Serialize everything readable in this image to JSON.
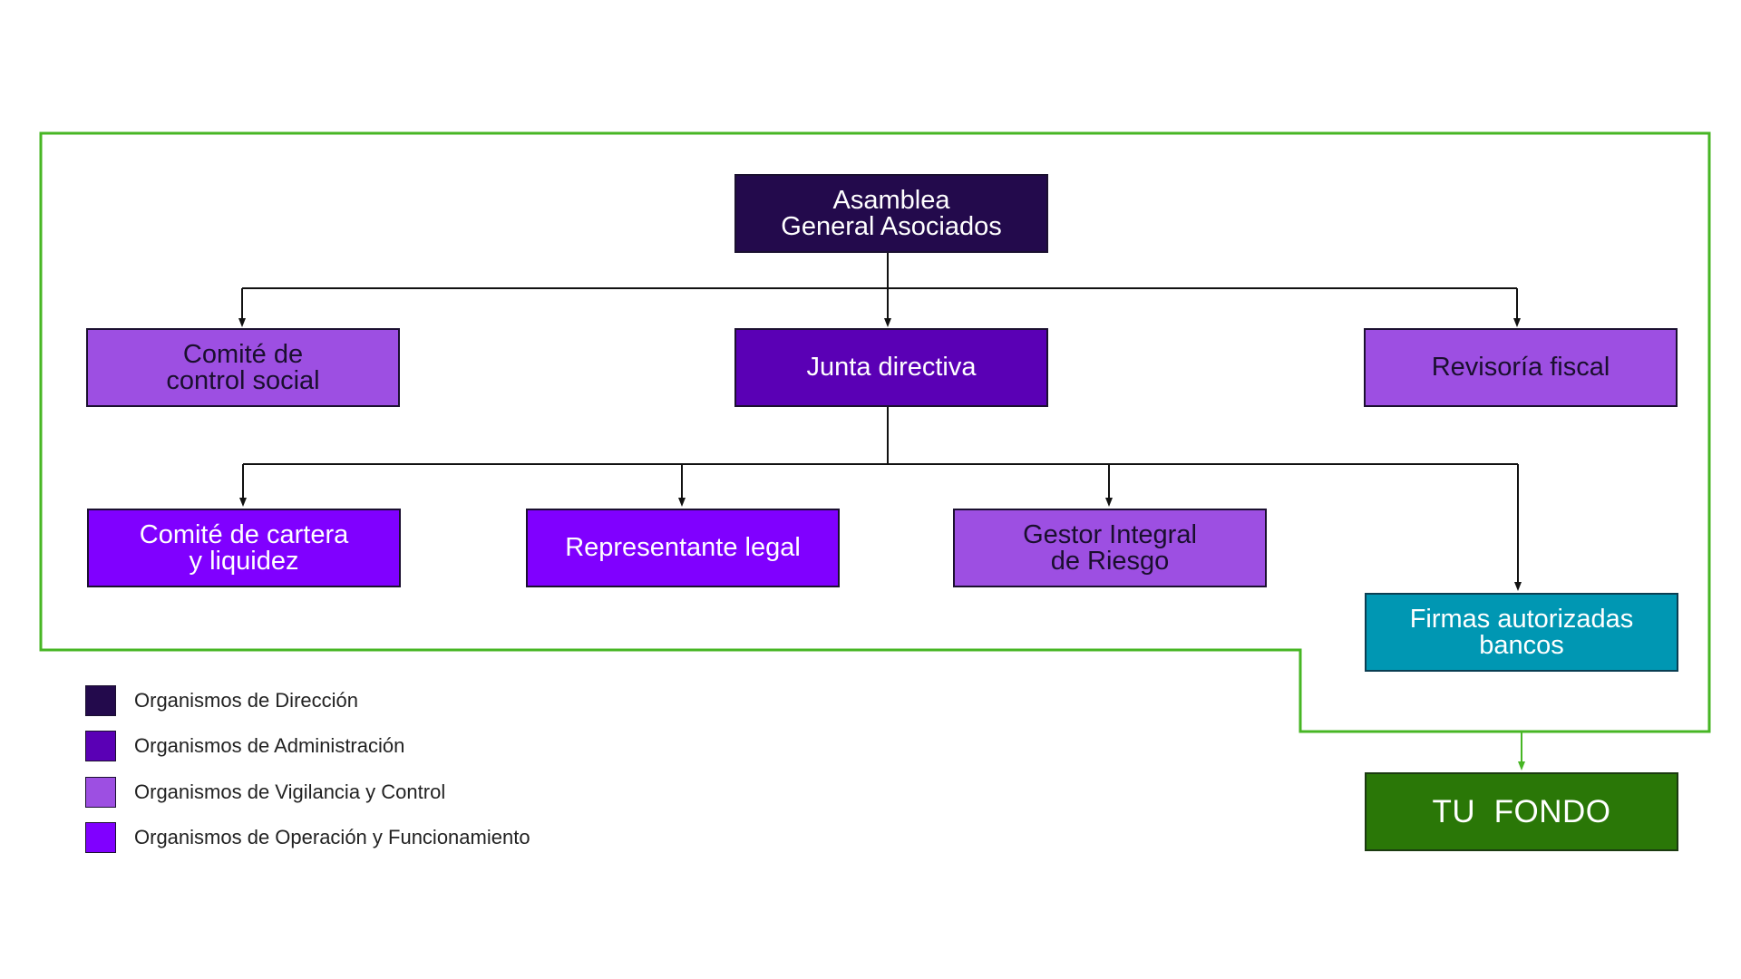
{
  "colors": {
    "direccion": "#230a4c",
    "administracion": "#5a00b5",
    "vigilancia": "#9d4fe2",
    "operacion": "#8000ff",
    "firmas": "#0097b3",
    "fondo": "#2a7707",
    "frame": "#47b624",
    "connector": "#111111"
  },
  "nodes": {
    "asamblea": {
      "lines": [
        "Asamblea",
        "General Asociados"
      ]
    },
    "comite_control_social": {
      "lines": [
        "Comité de",
        "control social"
      ]
    },
    "junta_directiva": {
      "lines": [
        "Junta directiva"
      ]
    },
    "revisoria_fiscal": {
      "lines": [
        "Revisoría fiscal"
      ]
    },
    "comite_cartera": {
      "lines": [
        "Comité de cartera",
        "y liquidez"
      ]
    },
    "representante_legal": {
      "lines": [
        "Representante legal"
      ]
    },
    "gestor_riesgo": {
      "lines": [
        "Gestor Integral",
        "de Riesgo"
      ]
    },
    "firmas_bancos": {
      "lines": [
        "Firmas autorizadas",
        "bancos"
      ]
    },
    "tu_fondo": {
      "lines": [
        "TU  FONDO"
      ]
    }
  },
  "legend": [
    {
      "label": "Organismos de Dirección",
      "color_key": "direccion"
    },
    {
      "label": "Organismos de Administración",
      "color_key": "administracion"
    },
    {
      "label": "Organismos de Vigilancia y Control",
      "color_key": "vigilancia"
    },
    {
      "label": "Organismos de Operación y Funcionamiento",
      "color_key": "operacion"
    }
  ]
}
